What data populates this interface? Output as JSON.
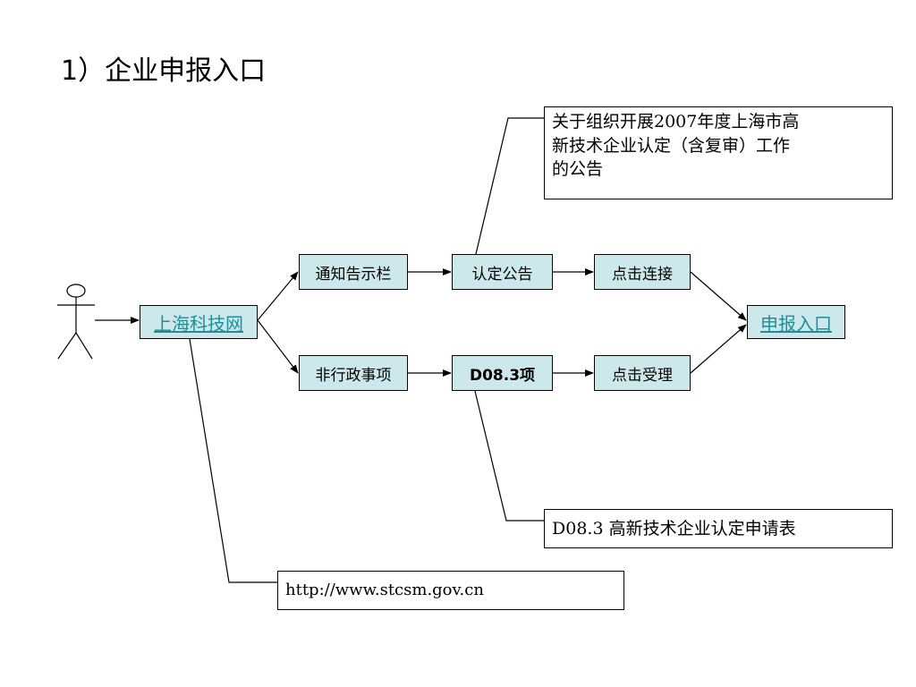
{
  "title": "1）企业申报入口",
  "nodes": {
    "site": "上海科技网",
    "notice_board": "通知告示栏",
    "cert_notice": "认定公告",
    "click_link": "点击连接",
    "non_admin": "非行政事项",
    "d083": "D08.3项",
    "click_accept": "点击受理",
    "entry": "申报入口"
  },
  "notes": {
    "announcement": "关于组织开展2007年度上海市高\n新技术企业认定（含复审）工作\n的公告",
    "form": "D08.3 高新技术企业认定申请表",
    "url": "http://www.stcsm.gov.cn"
  }
}
